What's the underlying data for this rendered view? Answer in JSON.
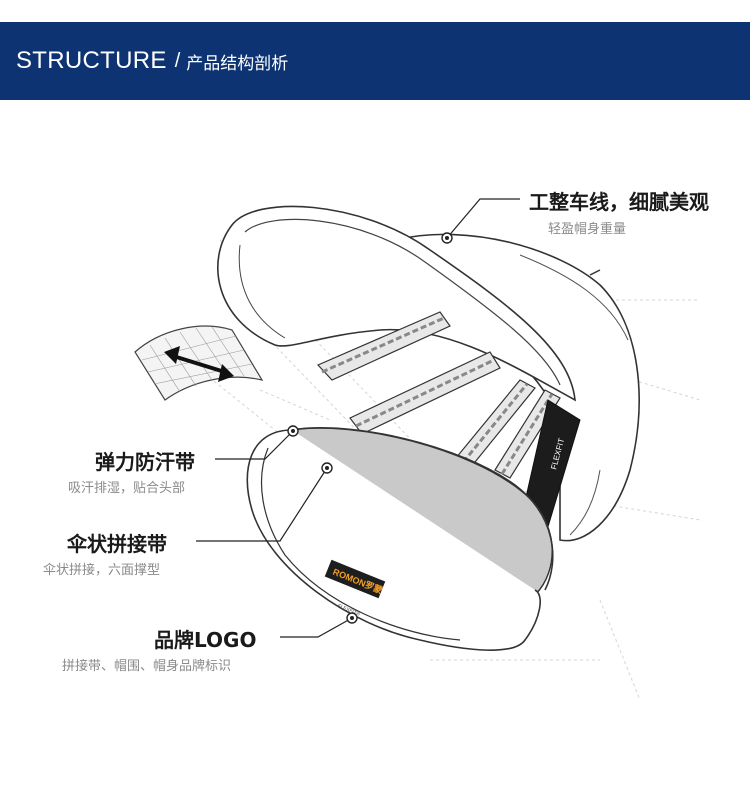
{
  "header": {
    "title_en": "STRUCTURE",
    "separator": "/",
    "title_cn": "产品结构剖析"
  },
  "features": [
    {
      "title": "工整车线，细腻美观",
      "subtitle": "轻盈帽身重量"
    },
    {
      "title": "弹力防汗带",
      "subtitle": "吸汗排湿，贴合头部"
    },
    {
      "title": "伞状拼接带",
      "subtitle": "伞状拼接，六面撑型"
    },
    {
      "title": "品牌LOGO",
      "subtitle": "拼接带、帽围、帽身品牌标识"
    }
  ],
  "diagram": {
    "brand_label": "ROMON罗蒙",
    "strip_text": "FLEXFIT",
    "small_label": "FLEXFIT®"
  },
  "colors": {
    "banner": "#0d3372",
    "band_fill": "#c9c9c9",
    "line": "#333333"
  }
}
